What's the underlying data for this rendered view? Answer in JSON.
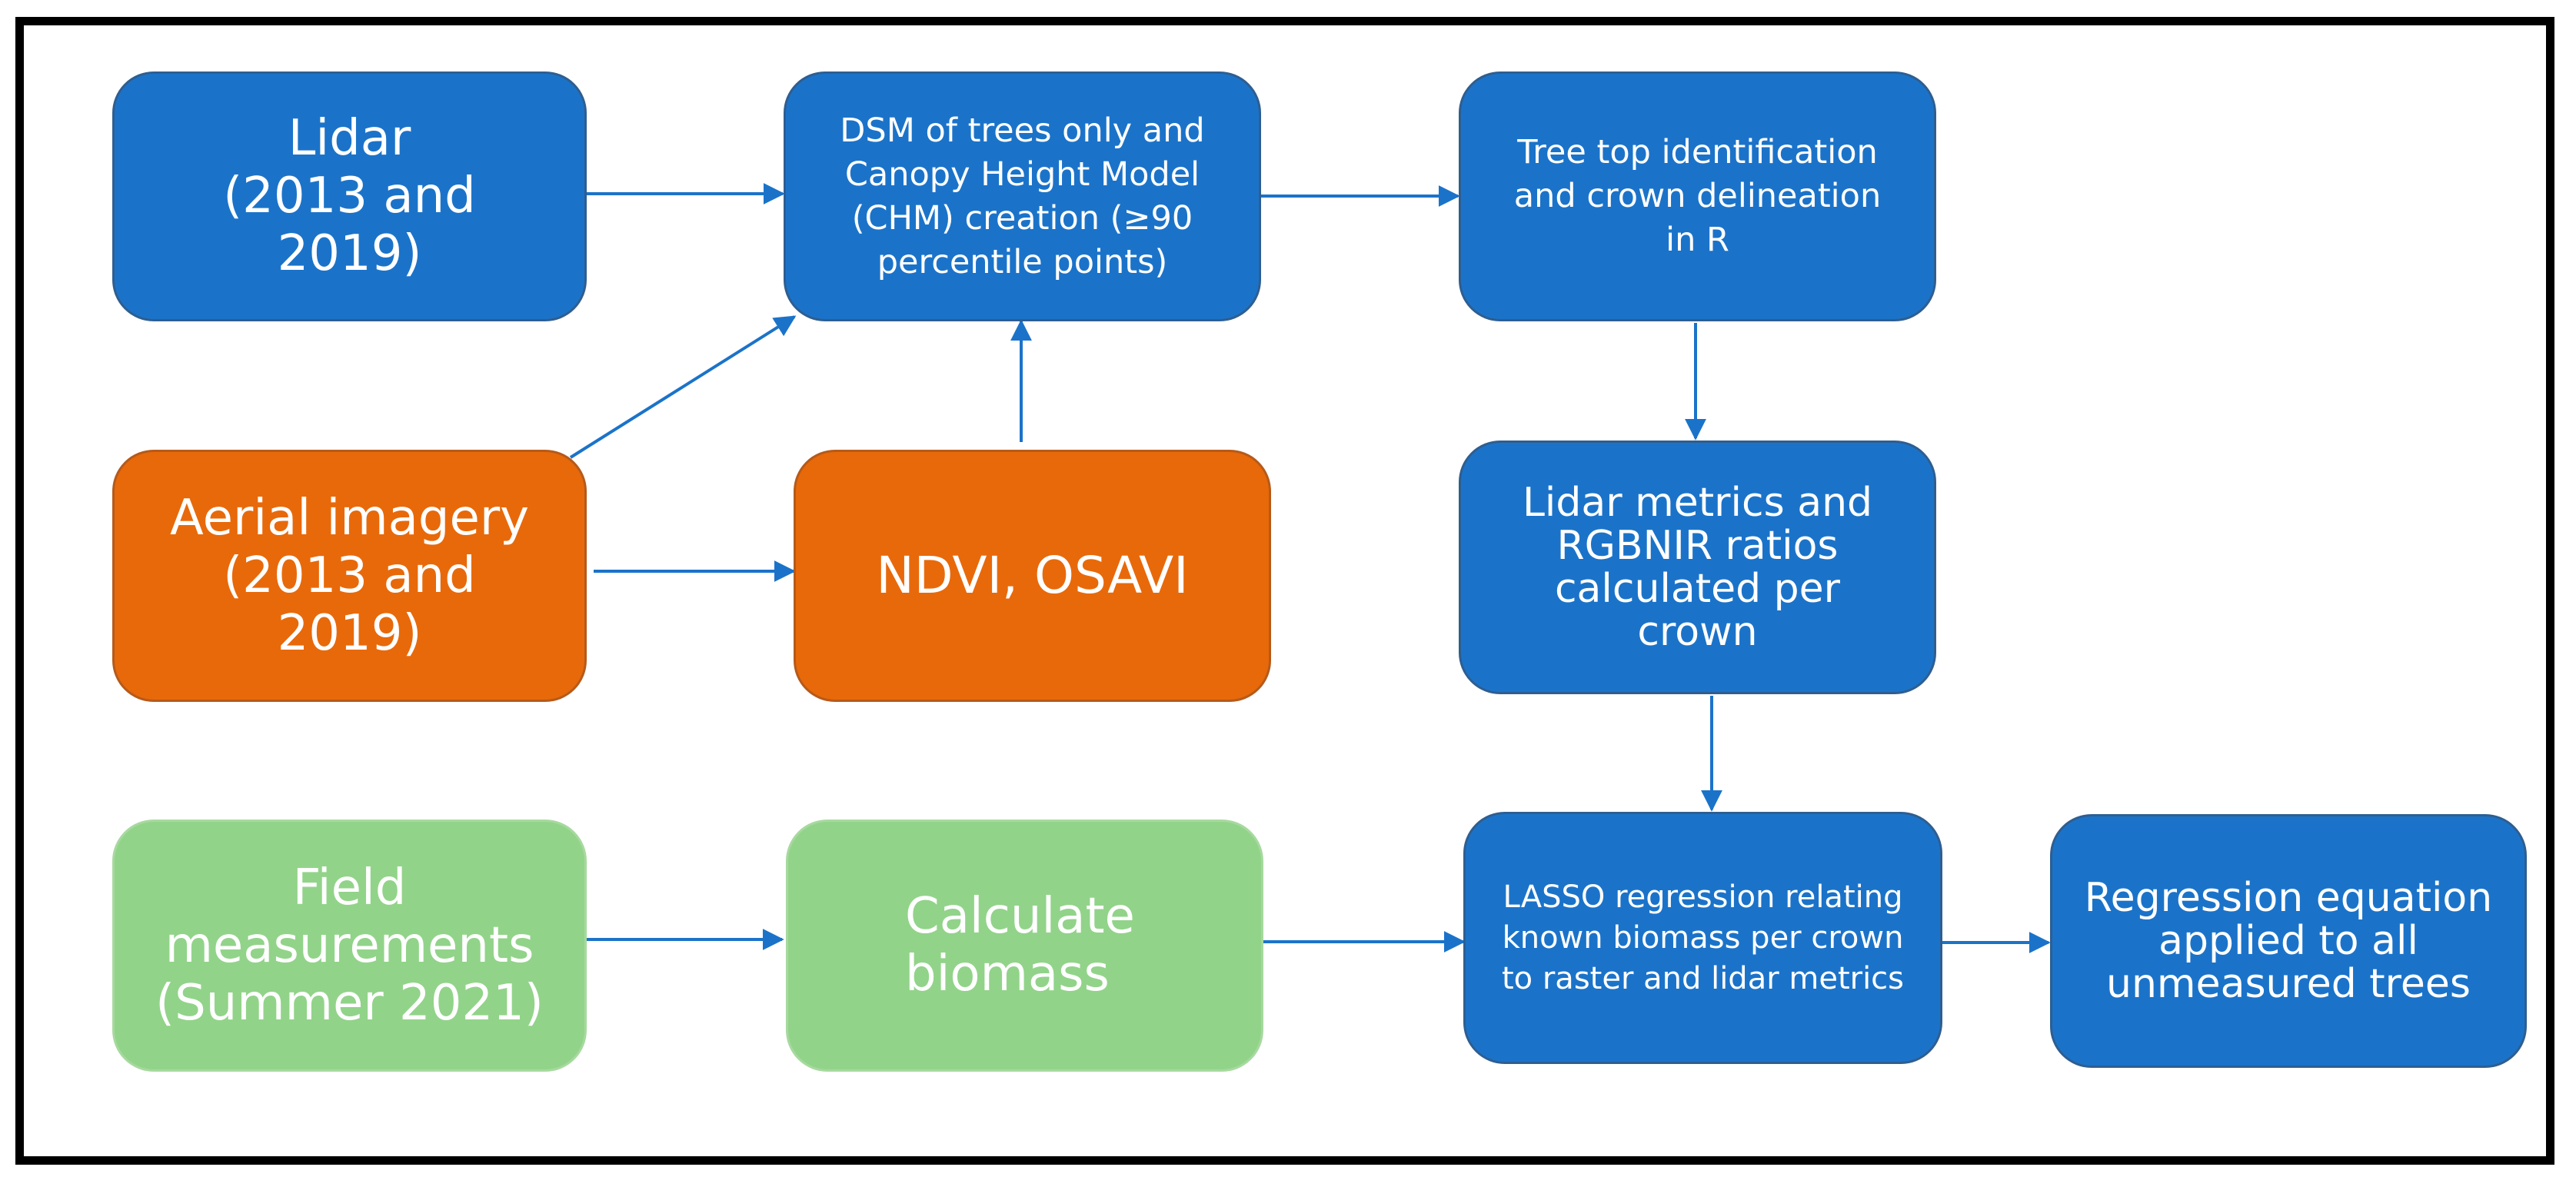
{
  "colors": {
    "blue": "#1b73c9",
    "orange": "#e8690a",
    "green": "#92d38a",
    "arrow": "#1b73c9",
    "frame": "#000000"
  },
  "nodes": {
    "lidar": "Lidar (2013 and 2019)",
    "aerial": "Aerial imagery (2013 and 2019)",
    "field": "Field measurements (Summer 2021)",
    "dsm": "DSM of trees only and Canopy Height Model (CHM) creation (≥90 percentile points)",
    "ndvi": "NDVI, OSAVI",
    "biomass": "Calculate biomass",
    "treetop": "Tree top identification and crown delineation in R",
    "metrics": "Lidar metrics and RGBNIR ratios calculated per crown",
    "lasso": "LASSO regression relating known biomass per crown to raster and lidar metrics",
    "apply": "Regression equation applied to all unmeasured trees"
  },
  "edges": [
    {
      "from": "lidar",
      "to": "dsm"
    },
    {
      "from": "aerial",
      "to": "dsm"
    },
    {
      "from": "aerial",
      "to": "ndvi"
    },
    {
      "from": "ndvi",
      "to": "dsm"
    },
    {
      "from": "dsm",
      "to": "treetop"
    },
    {
      "from": "treetop",
      "to": "metrics"
    },
    {
      "from": "metrics",
      "to": "lasso"
    },
    {
      "from": "field",
      "to": "biomass"
    },
    {
      "from": "biomass",
      "to": "lasso"
    },
    {
      "from": "lasso",
      "to": "apply"
    }
  ]
}
